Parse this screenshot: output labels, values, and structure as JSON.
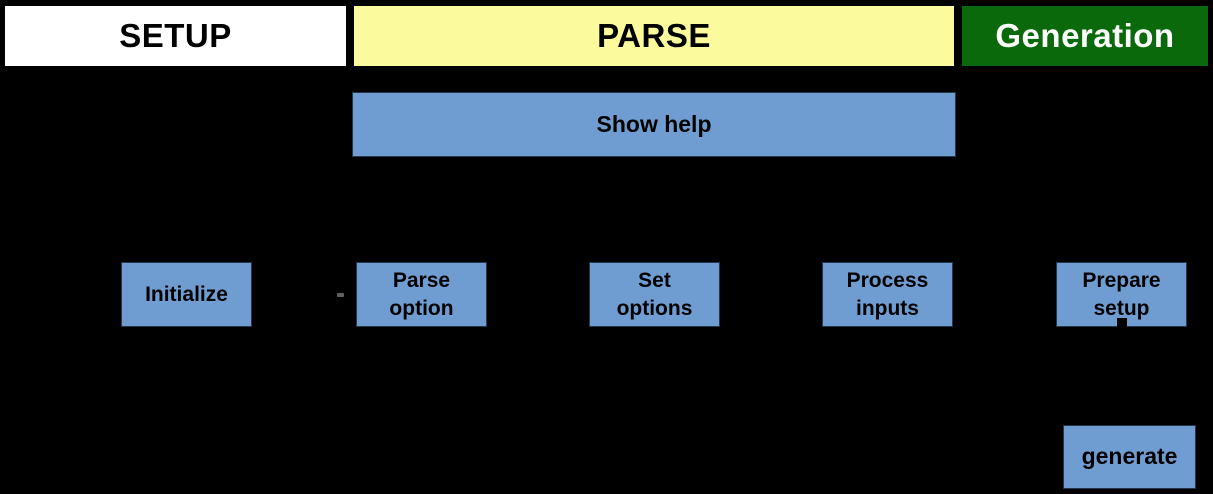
{
  "colors": {
    "background": "#000000",
    "node_fill": "#6f9dd2",
    "node_border": "#24364a",
    "setup_fill": "#ffffff",
    "parse_fill": "#fbfb9e",
    "generation_fill": "#0a690a",
    "header_border": "#000000",
    "header_text": "#000000",
    "generation_text": "#ffffff",
    "node_text": "#000000"
  },
  "headers": {
    "setup": {
      "label": "SETUP"
    },
    "parse": {
      "label": "PARSE"
    },
    "generation": {
      "label": "Generation"
    }
  },
  "nodes": {
    "show_help": {
      "label": "Show help"
    },
    "initialize": {
      "label": "Initialize"
    },
    "parse_option": {
      "label": "Parse\noption"
    },
    "set_options": {
      "label": "Set\noptions"
    },
    "process_inputs": {
      "label": "Process\ninputs"
    },
    "prepare_setup": {
      "label": "Prepare\nsetup"
    },
    "generate": {
      "label": "generate"
    }
  }
}
